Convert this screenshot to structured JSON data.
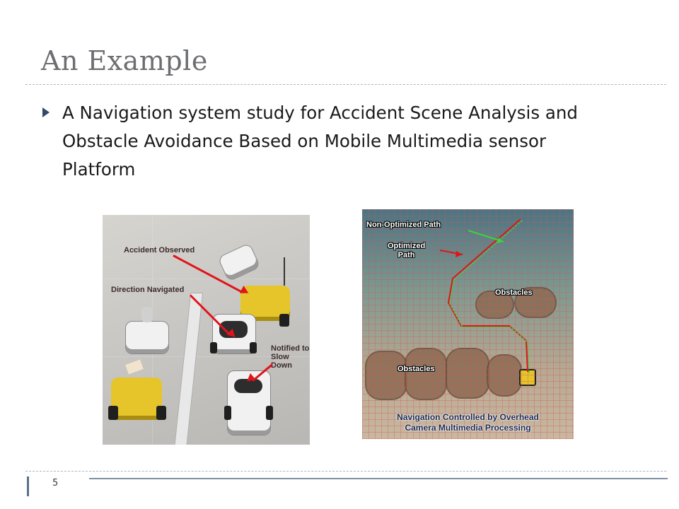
{
  "slide": {
    "title": "An Example",
    "bullet": "A Navigation system study for Accident Scene Analysis and Obstacle Avoidance Based on Mobile Multimedia sensor Platform",
    "page_number": "5"
  },
  "left_photo": {
    "labels": {
      "accident_observed": "Accident Observed",
      "direction_navigated": "Direction Navigated",
      "notified": "Notified to\nSlow Down"
    }
  },
  "right_photo": {
    "labels": {
      "non_optimized": "Non-Optimized Path",
      "optimized": "Optimized\nPath",
      "obstacles_top": "Obstacles",
      "obstacles_bottom": "Obstacles",
      "caption": "Navigation Controlled by Overhead\nCamera Multimedia Processing"
    }
  },
  "colors": {
    "title_text": "#6d6e71",
    "bullet_marker": "#2f4a6d",
    "arrow_red": "#e0141b",
    "path_red": "#e0141b",
    "path_green": "#3fd23c"
  }
}
